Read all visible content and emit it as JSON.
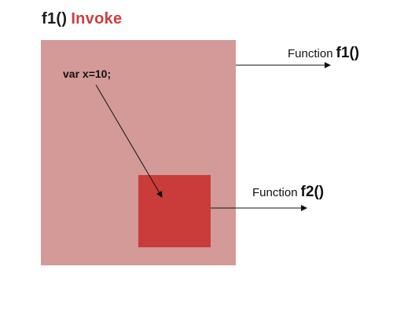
{
  "title": {
    "function_name": "f1()",
    "action": "Invoke"
  },
  "code": {
    "statement": "var x=10;"
  },
  "labels": {
    "f1": {
      "prefix": "Function",
      "name": "f1()"
    },
    "f2": {
      "prefix": "Function",
      "name": "f2()"
    }
  },
  "colors": {
    "outer_scope": "#d39a98",
    "inner_scope": "#c93c3a",
    "title_accent": "#c9403e",
    "text": "#111111"
  }
}
